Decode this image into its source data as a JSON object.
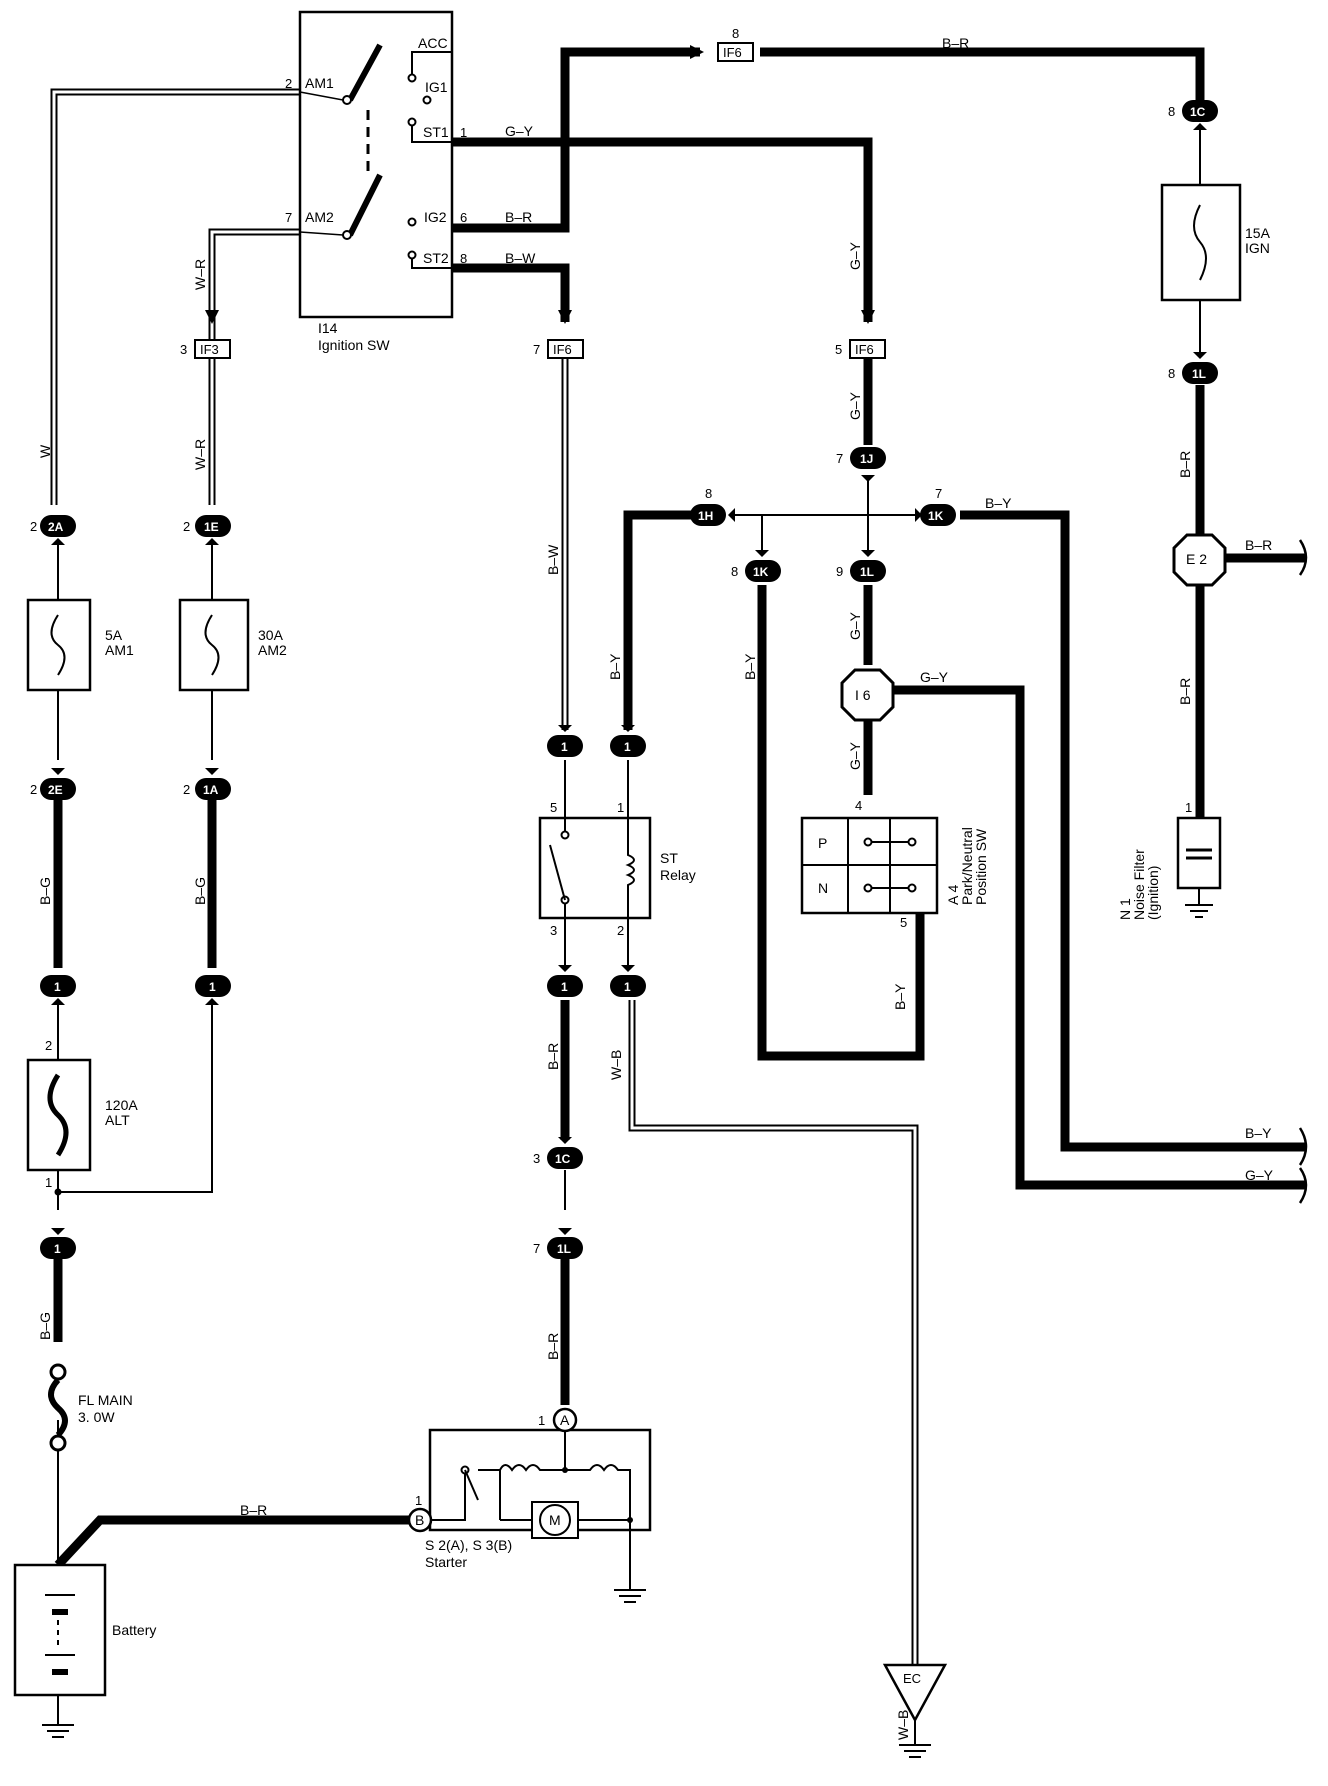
{
  "ignition_switch": {
    "id": "I14",
    "name": "Ignition SW",
    "terminals": [
      "ACC",
      "IG1",
      "ST1",
      "IG2",
      "ST2",
      "AM1",
      "AM2"
    ],
    "pins": {
      "am1": "2",
      "am2": "7",
      "st1": "1",
      "ig2": "6",
      "st2": "8"
    }
  },
  "fuses": {
    "am1": {
      "rating": "5A",
      "name": "AM1"
    },
    "am2": {
      "rating": "30A",
      "name": "AM2"
    },
    "alt": {
      "rating": "120A",
      "name": "ALT"
    },
    "ign": {
      "rating": "15A",
      "name": "IGN"
    },
    "fl_main": {
      "name": "FL MAIN",
      "rating": "3. 0W"
    }
  },
  "st_relay": {
    "name": "ST",
    "name2": "Relay",
    "pins": [
      "5",
      "1",
      "3",
      "2"
    ]
  },
  "park_neutral_sw": {
    "id": "A 4",
    "name": "Park/Neutral",
    "name2": "Position SW",
    "positions": [
      "P",
      "N"
    ],
    "pins": [
      "4",
      "5"
    ]
  },
  "noise_filter": {
    "id": "N 1",
    "name": "Noise Filter",
    "name2": "(Ignition)",
    "pin": "1"
  },
  "starter": {
    "id": "S 2(A), S 3(B)",
    "name": "Starter",
    "terminals": [
      "A",
      "B",
      "M"
    ]
  },
  "battery": {
    "name": "Battery"
  },
  "ground": {
    "ec": "EC"
  },
  "wire_colors": {
    "w": "W",
    "wr": "W–R",
    "bg": "B–G",
    "bw": "B–W",
    "br": "B–R",
    "gy": "G–Y",
    "by": "B–Y",
    "wb": "W–B"
  },
  "connectors": {
    "if6": "IF6",
    "if3": "IF3",
    "c1c": "1C",
    "c1l": "1L",
    "c1j": "1J",
    "c1h": "1H",
    "c1k": "1K",
    "c2a": "2A",
    "c1e": "1E",
    "c2e": "2E",
    "c1a": "1A",
    "c1": "1",
    "i6": "I 6",
    "e2": "E 2"
  },
  "pins": {
    "p1": "1",
    "p2": "2",
    "p3": "3",
    "p4": "4",
    "p5": "5",
    "p6": "6",
    "p7": "7",
    "p8": "8",
    "p9": "9"
  }
}
